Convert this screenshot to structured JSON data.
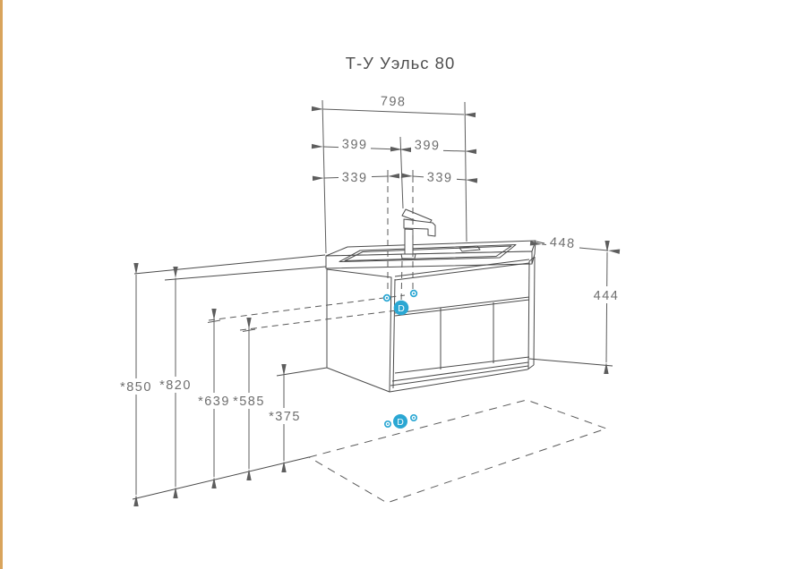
{
  "page": {
    "title": "Т-У Уэльс 80",
    "background": "#ffffff",
    "edge_stripe_color": "#D9A45C",
    "line_color": "#4b4b4b",
    "dim_text_color": "#6e6e6e",
    "accent_blue": "#2BA7D3"
  },
  "dims": {
    "w798": "798",
    "w399l": "399",
    "w399r": "399",
    "o339l": "339",
    "o339r": "339",
    "d448": "448",
    "h444": "444",
    "h850": "*850",
    "h820": "*820",
    "h639": "*639",
    "h585": "*585",
    "h375": "*375"
  },
  "markers": {
    "drain_letter": "D"
  }
}
